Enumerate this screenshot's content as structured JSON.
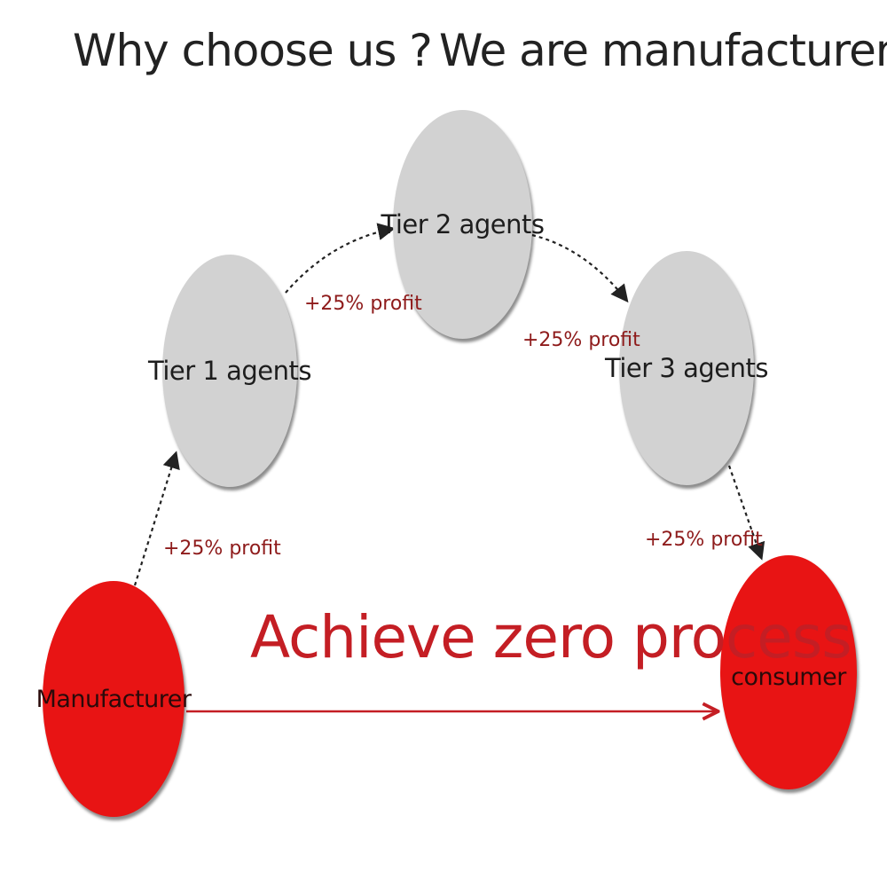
{
  "headline": {
    "left": "Why choose us ?",
    "right": "We are manufacturers"
  },
  "nodes": {
    "manufacturer": "Manufacturer",
    "tier1": "Tier 1 agents",
    "tier2": "Tier 2 agents",
    "tier3": "Tier 3 agents",
    "consumer": "consumer"
  },
  "profits": {
    "manufacturer_to_tier1": "+25% profit",
    "tier1_to_tier2": "+25% profit",
    "tier2_to_tier3": "+25% profit",
    "tier3_to_consumer": "+25% profit"
  },
  "direct_route_label": "Achieve zero process",
  "colors": {
    "agent_node": "#d2d2d2",
    "endpoint_node": "#e81414",
    "profit_text": "#8e1b1b",
    "direct_route": "#c41e24",
    "dashed_arrow": "#222222"
  }
}
